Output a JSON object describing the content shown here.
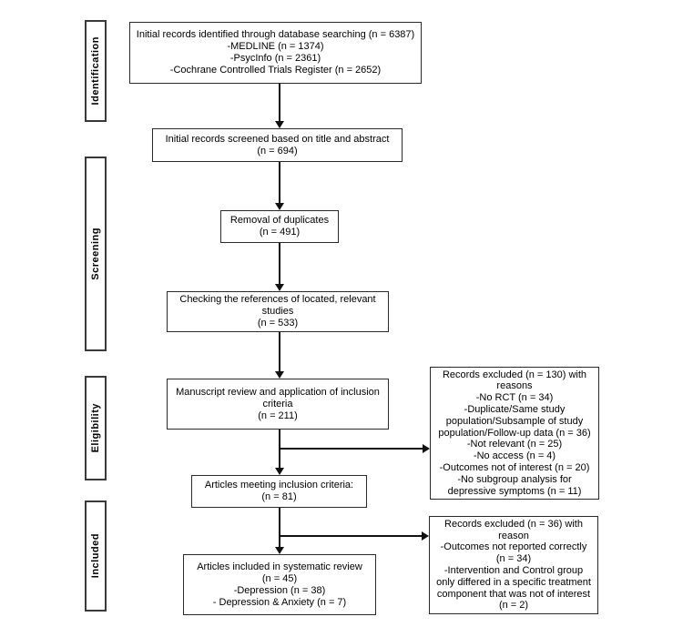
{
  "diagram_type": "prisma-flow-diagram",
  "colors": {
    "background": "#ffffff",
    "text": "#000000",
    "line": "#111111",
    "box_border": "#2a2a2a"
  },
  "stages": [
    {
      "label": "Identification"
    },
    {
      "label": "Screening"
    },
    {
      "label": "Eligibility"
    },
    {
      "label": "Included"
    }
  ],
  "boxes": {
    "identified": {
      "lines": [
        "Initial records identified through database searching (n = 6387)",
        "-MEDLINE (n = 1374)",
        "-PsycInfo (n = 2361)",
        "-Cochrane Controlled Trials Register (n = 2652)"
      ]
    },
    "screened": {
      "lines": [
        "Initial records screened based on title and abstract",
        "(n = 694)"
      ]
    },
    "duplicates": {
      "lines": [
        "Removal of duplicates",
        "(n = 491)"
      ]
    },
    "references": {
      "lines": [
        "Checking the references of located, relevant",
        "studies",
        "(n = 533)"
      ]
    },
    "manuscript": {
      "lines": [
        "Manuscript review and application of inclusion",
        "criteria",
        "(n = 211)"
      ]
    },
    "meeting": {
      "lines": [
        "Articles meeting inclusion criteria:",
        "(n = 81)"
      ]
    },
    "included": {
      "lines": [
        "Articles included in systematic review",
        "(n = 45)",
        "-Depression (n = 38)",
        "- Depression & Anxiety (n = 7)"
      ]
    },
    "excluded1": {
      "lines": [
        "Records excluded (n = 130) with",
        "reasons",
        "-No RCT (n = 34)",
        "-Duplicate/Same study",
        "population/Subsample of study",
        "population/Follow-up data (n = 36)",
        "-Not relevant (n = 25)",
        "-No access (n = 4)",
        "-Outcomes not of interest (n = 20)",
        "-No subgroup analysis for",
        "depressive symptoms (n = 11)"
      ]
    },
    "excluded2": {
      "lines": [
        "Records excluded (n = 36) with",
        "reason",
        "-Outcomes not reported correctly",
        "(n = 34)",
        "-Intervention and Control group",
        "only differed in a specific treatment",
        "component that was not of interest",
        "(n = 2)"
      ]
    }
  }
}
